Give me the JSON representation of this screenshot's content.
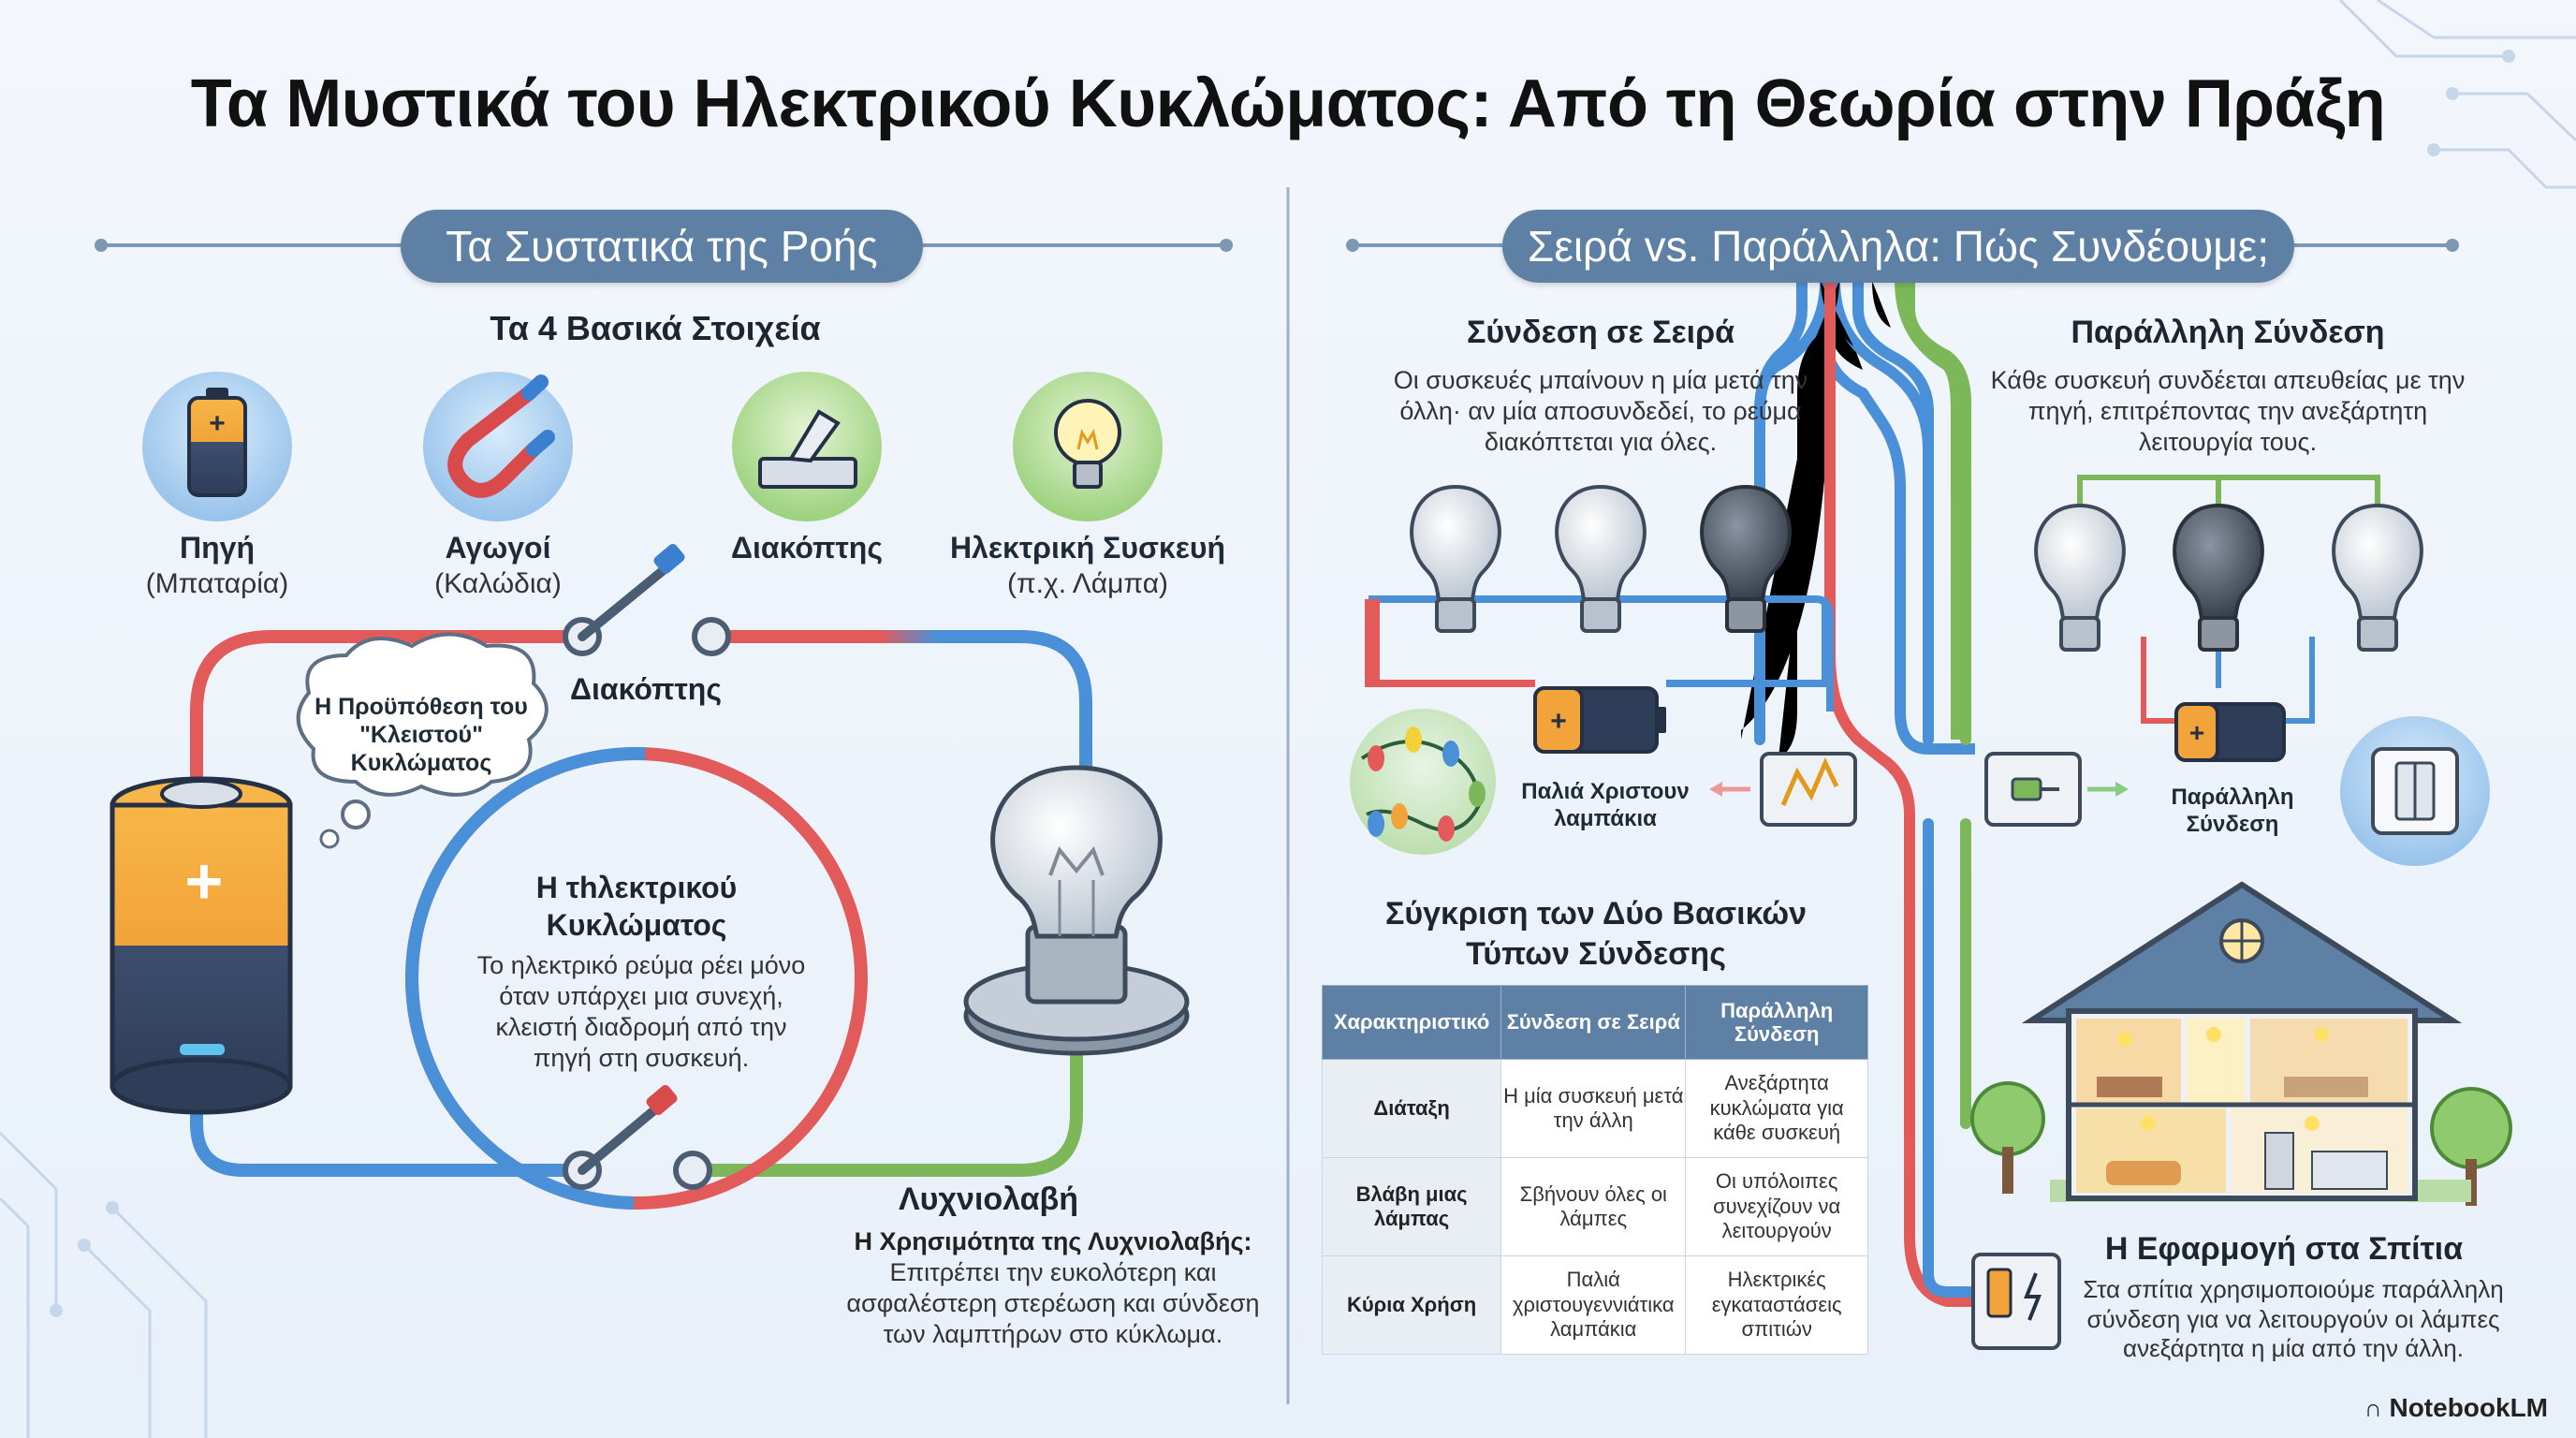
{
  "title": "Τα Μυστικά του Ηλεκτρικού Κυκλώματος: Από τη Θεωρία στην Πράξη",
  "left": {
    "header": "Τα Συστατικά της Ροής",
    "subheader": "Τα 4 Βασικά Στοιχεία",
    "components": [
      {
        "name": "Πηγή",
        "sub": "(Μπαταρία)",
        "icon": "battery-icon"
      },
      {
        "name": "Αγωγοί",
        "sub": "(Καλώδια)",
        "icon": "wire-icon"
      },
      {
        "name": "Διακόπτης",
        "sub": "",
        "icon": "switch-icon"
      },
      {
        "name": "Ηλεκτρική Συσκευή",
        "sub": "(π.χ. Λάμπα)",
        "icon": "lightbulb-icon"
      }
    ],
    "switch_label": "Διακόπτης",
    "thought_bubble": "Η Προϋπόθεση του \"Κλειστού\" Κυκλώματος",
    "center_title": "Η τhλεκτρικού Κυκλώματος",
    "center_text": "Το ηλεκτρικό ρεύμα ρέει μόνο όταν υπάρχει μια συνεχή, κλειστή διαδρομή από την πηγή στη συσκευή.",
    "lampholder_title": "Λυχνιολαβή",
    "lampholder_lead": "Η Χρησιμότητα της Λυχνιολαβής:",
    "lampholder_text": "Επιτρέπει την ευκολότερη και ασφαλέστερη στερέωση και σύνδεση των λαμπτήρων στο κύκλωμα."
  },
  "right": {
    "header": "Σειρά vs. Παράλληλα: Πώς Συνδέουμε;",
    "series_title": "Σύνδεση σε Σειρά",
    "series_text": "Οι συσκευές μπαίνουν η μία μετά την όλλη· αν μία αποσυνδεδεί, το ρεύμα διακόπτεται για όλες.",
    "parallel_title": "Παράλληλη Σύνδεση",
    "parallel_text": "Κάθε συσκευή συνδέεται απευθείας με την πηγή, επιτρέποντας την ανεξάρτητη λειτουργία τους.",
    "lights_label": "Παλιά Χριστουν λαμπάκια",
    "parallel_label": "Παράλληλη Σύνδεση",
    "comparison_title": "Σύγκριση των Δύο Βασικών Τύπων Σύνδεσης",
    "table": {
      "headers": [
        "Χαρακτηριστικό",
        "Σύνδεση σε Σειρά",
        "Παράλληλη Σύνδεση"
      ],
      "rows": [
        [
          "Διάταξη",
          "Η μία συσκευή μετά την άλλη",
          "Ανεξάρτητα κυκλώματα για κάθε συσκευή"
        ],
        [
          "Βλάβη μιας λάμπας",
          "Σβήνουν όλες οι λάμπες",
          "Οι υπόλοιπες συνεχίζουν να λειτουργούν"
        ],
        [
          "Κύρια Χρήση",
          "Παλιά χριστουγεννιάτικα λαμπάκια",
          "Ηλεκτρικές εγκαταστάσεις σπιτιών"
        ]
      ]
    },
    "home_title": "Η Εφαρμογή στα Σπίτια",
    "home_text": "Στα σπίτια χρησιμοποιούμε παράλληλη σύνδεση για να λειτουργούν οι λάμπες ανεξάρτητα η μία από την άλλη."
  },
  "brand": "NotebookLM",
  "colors": {
    "pill": "#5e80a4",
    "red_wire": "#e25a5a",
    "blue_wire": "#4a90d9",
    "green_wire": "#7cb85a",
    "battery_orange": "#f2a33a"
  }
}
